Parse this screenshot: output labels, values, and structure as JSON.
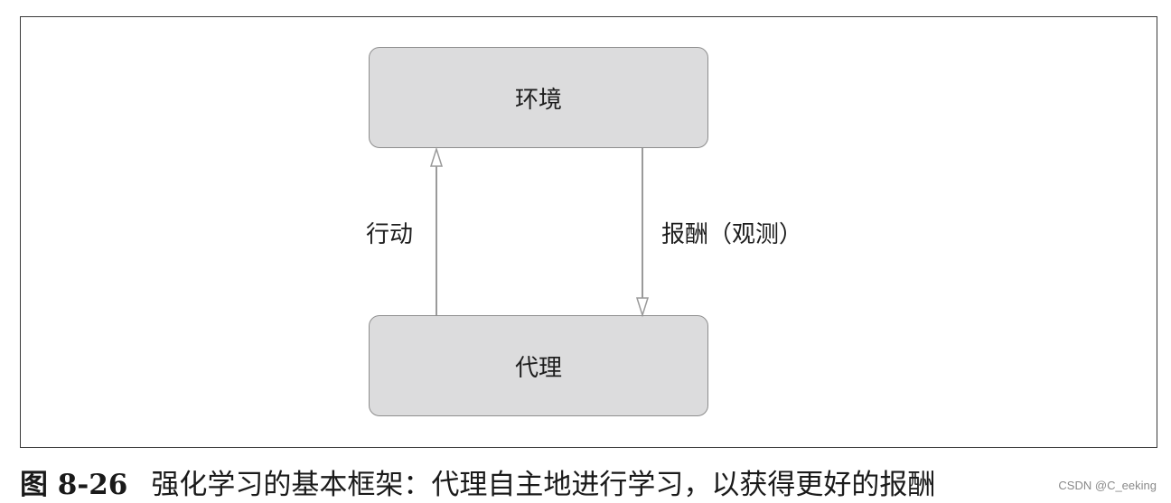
{
  "diagram": {
    "environment_label": "环境",
    "agent_label": "代理",
    "action_label": "行动",
    "reward_label": "报酬（观测）"
  },
  "caption": {
    "figure_number": "图 8-26",
    "text": "强化学习的基本框架：代理自主地进行学习，以获得更好的报酬"
  },
  "watermark": "CSDN @C_eeking",
  "colors": {
    "box_fill": "#dcdcdd",
    "box_border": "#8e8e8e",
    "arrow": "#9a9a9a",
    "frame": "#3a3a3a"
  }
}
